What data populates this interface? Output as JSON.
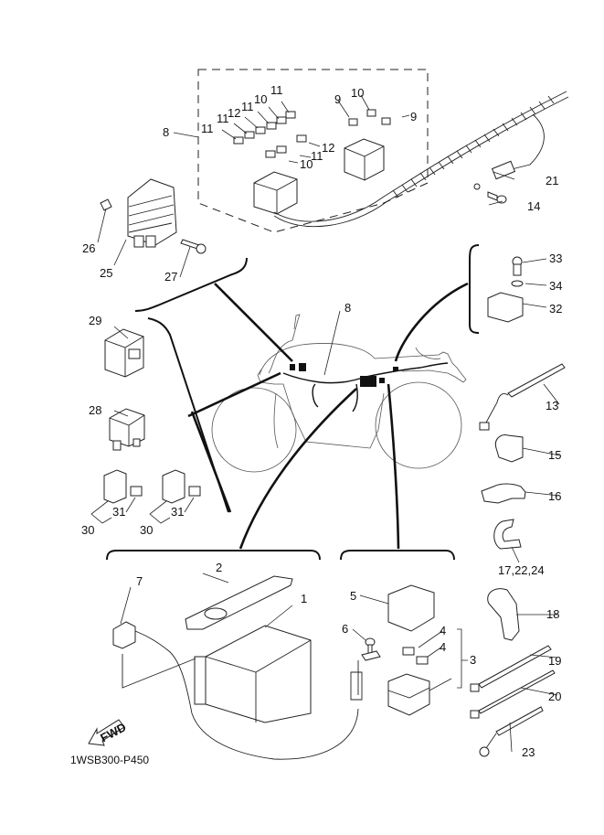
{
  "diagram": {
    "title": "Electrical parts exploded view",
    "drawing_code": "1WSB300-P450",
    "fwd_label": "FWD",
    "center_ref_label": "8",
    "parts": {
      "p1": "1",
      "p2": "2",
      "p3": "3",
      "p4a": "4",
      "p4b": "4",
      "p5": "5",
      "p6": "6",
      "p7": "7",
      "p8": "8",
      "p9a": "9",
      "p9b": "9",
      "p10a": "10",
      "p10b": "10",
      "p10c": "10",
      "p11a": "11",
      "p11b": "11",
      "p11c": "11",
      "p11d": "11",
      "p11e": "11",
      "p12a": "12",
      "p12b": "12",
      "p13": "13",
      "p14": "14",
      "p15": "15",
      "p16": "16",
      "p17_22_24": "17,22,24",
      "p18": "18",
      "p19": "19",
      "p20": "20",
      "p21": "21",
      "p23": "23",
      "p25": "25",
      "p26": "26",
      "p27": "27",
      "p28": "28",
      "p29": "29",
      "p30a": "30",
      "p30b": "30",
      "p31a": "31",
      "p31b": "31",
      "p32": "32",
      "p33": "33",
      "p34": "34"
    }
  }
}
